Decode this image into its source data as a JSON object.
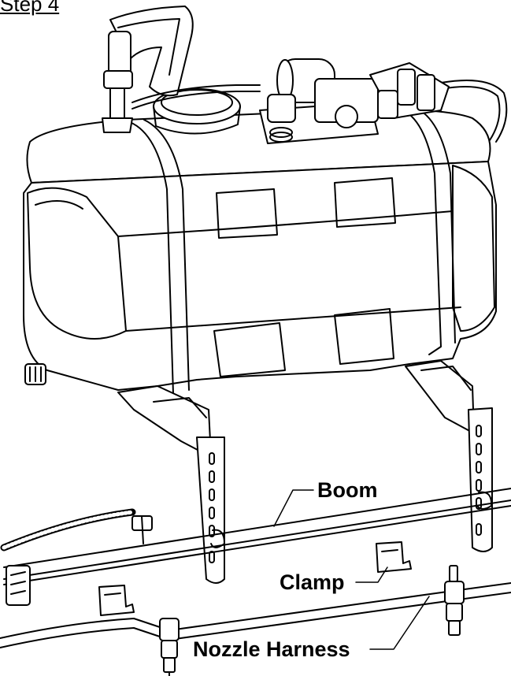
{
  "step_title": "Step 4",
  "labels": {
    "boom": "Boom",
    "clamp": "Clamp",
    "nozzle_harness": "Nozzle Harness"
  },
  "colors": {
    "line": "#000000",
    "background": "#ffffff"
  }
}
